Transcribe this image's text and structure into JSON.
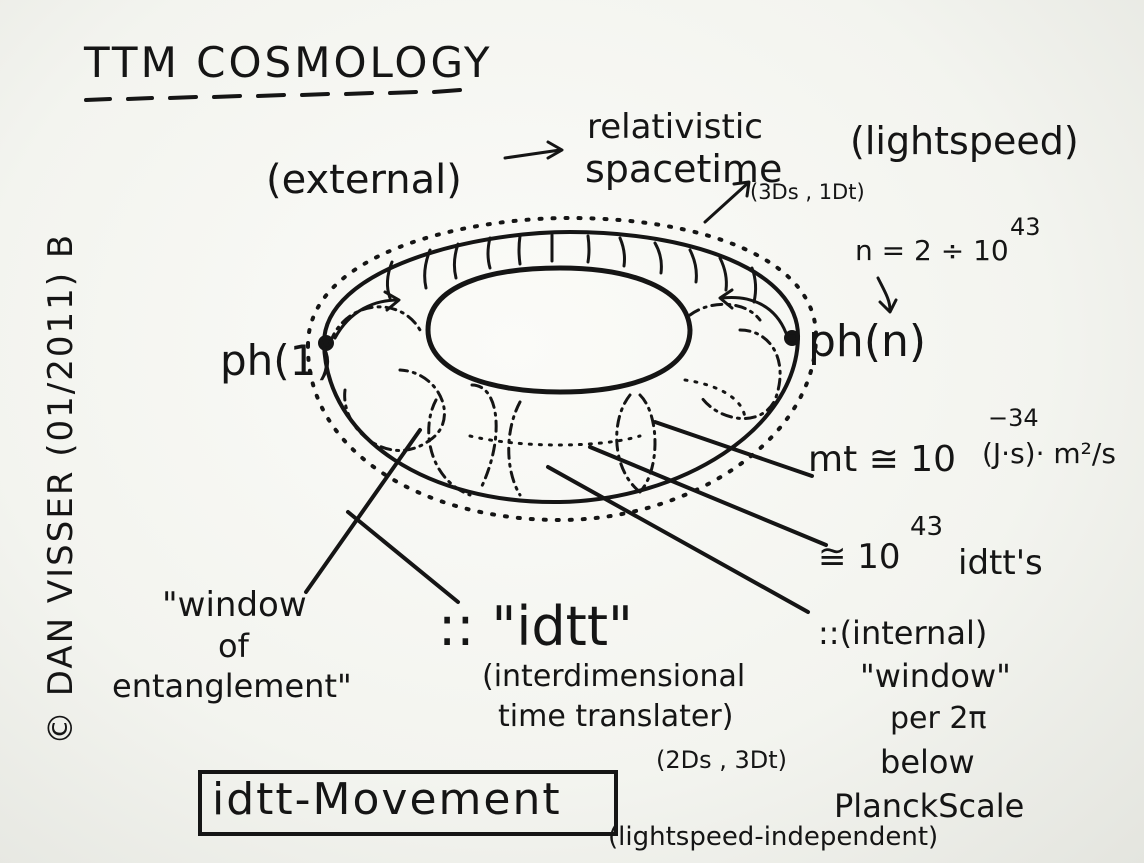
{
  "title": "TTM COSMOLOGY",
  "copyright": "© DAN VISSER (01/2011) B",
  "top": {
    "external": "(external)",
    "relativistic": "relativistic",
    "spacetime": "spacetime",
    "lightspeed": "(lightspeed)",
    "dims": "(3Ds , 1Dt)"
  },
  "right": {
    "n_eq": "n = 2 ÷ 10",
    "n_exp": "43",
    "ph_n": "ph(n)",
    "mt": "mt ≅ 10",
    "mt_exp": "−34",
    "mt_units": "(J·s)· m²/s",
    "count": "≅ 10",
    "count_exp": "43",
    "count_unit": "idtt's"
  },
  "left": {
    "ph_1": "ph(1)",
    "window_line1": "\"window",
    "window_line2": "of",
    "window_line3": "entanglement\""
  },
  "center": {
    "idtt": ":: \"idtt\"",
    "full1": "(interdimensional",
    "full2": "time translater)",
    "dims": "(2Ds , 3Dt)"
  },
  "internal": {
    "l1": "::(internal)",
    "l2": "\"window\"",
    "l3": "per 2π",
    "l4": "below",
    "l5": "PlanckScale"
  },
  "movement": {
    "label": "idtt-Movement",
    "note": "(lightspeed-independent)"
  }
}
